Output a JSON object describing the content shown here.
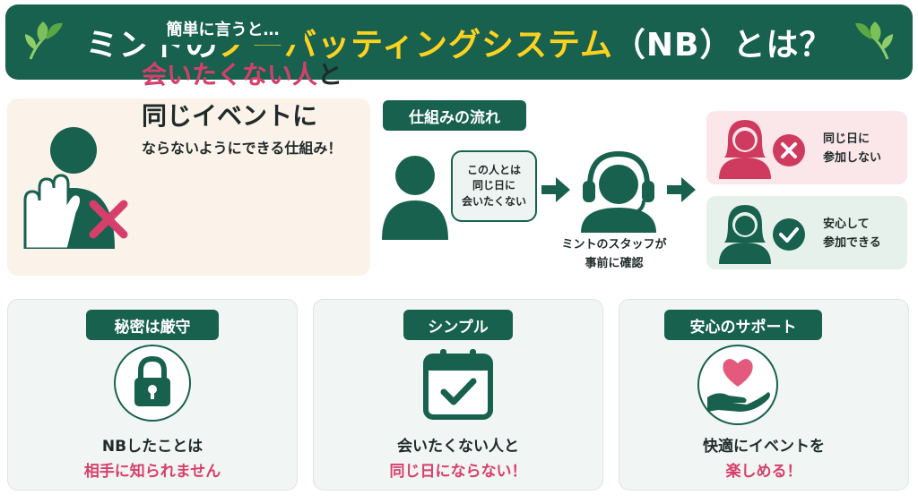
{
  "header": {
    "title_prefix": "ミントの",
    "title_highlight": "ノーバッティングシステム",
    "title_suffix": "（NB）とは？"
  },
  "intro": {
    "badge": "簡単に言うと…",
    "line1_highlight": "会いたくない人",
    "line1_rest": "と",
    "line2": "同じイベントに",
    "line3": "ならないようにできる仕組み！"
  },
  "flow": {
    "title": "仕組みの流れ",
    "bubble_lines": [
      "この人とは",
      "同じ日に",
      "会いたくない"
    ],
    "staff_caption_lines": [
      "ミントのスタッフが",
      "事前に確認"
    ],
    "result_ng_lines": [
      "同じ日に",
      "参加しない"
    ],
    "result_ok_lines": [
      "安心して",
      "参加できる"
    ]
  },
  "features": [
    {
      "title": "秘密は厳守",
      "line1": "NBしたことは",
      "line2": "相手に知られません"
    },
    {
      "title": "シンプル",
      "line1": "会いたくない人と",
      "line2": "同じ日にならない！"
    },
    {
      "title": "安心のサポート",
      "line1": "快適にイベントを",
      "line2": "楽しめる！"
    }
  ],
  "colors": {
    "brand_green": "#17614e",
    "highlight_yellow": "#ffd21f",
    "accent_pink": "#d63f6b"
  }
}
